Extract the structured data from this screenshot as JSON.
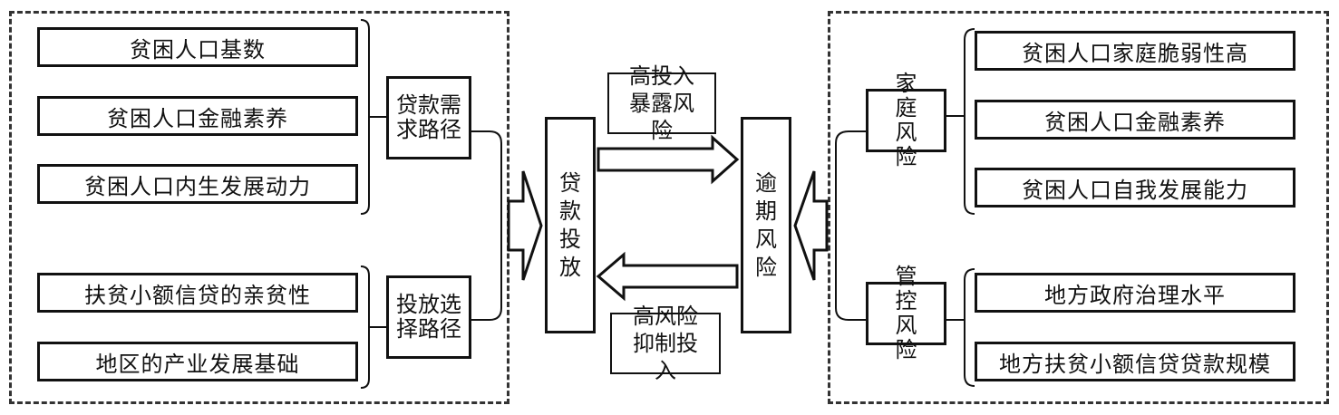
{
  "left_panel": {
    "demand_items": [
      "贫困人口基数",
      "贫困人口金融素养",
      "贫困人口内生发展动力"
    ],
    "demand_label": "贷款需求路径",
    "supply_items": [
      "扶贫小额信贷的亲贫性",
      "地区的产业发展基础"
    ],
    "supply_label": "投放选择路径"
  },
  "center": {
    "loan_box": "贷款投放",
    "overdue_box": "逾期风险",
    "top_arrow_label": "高投入暴露风险",
    "bottom_arrow_label": "高风险抑制投入"
  },
  "right_panel": {
    "family_label": "家庭风险",
    "family_items": [
      "贫困人口家庭脆弱性高",
      "贫困人口金融素养",
      "贫困人口自我发展能力"
    ],
    "control_label": "管控风险",
    "control_items": [
      "地方政府治理水平",
      "地方扶贫小额信贷贷款规模"
    ]
  }
}
